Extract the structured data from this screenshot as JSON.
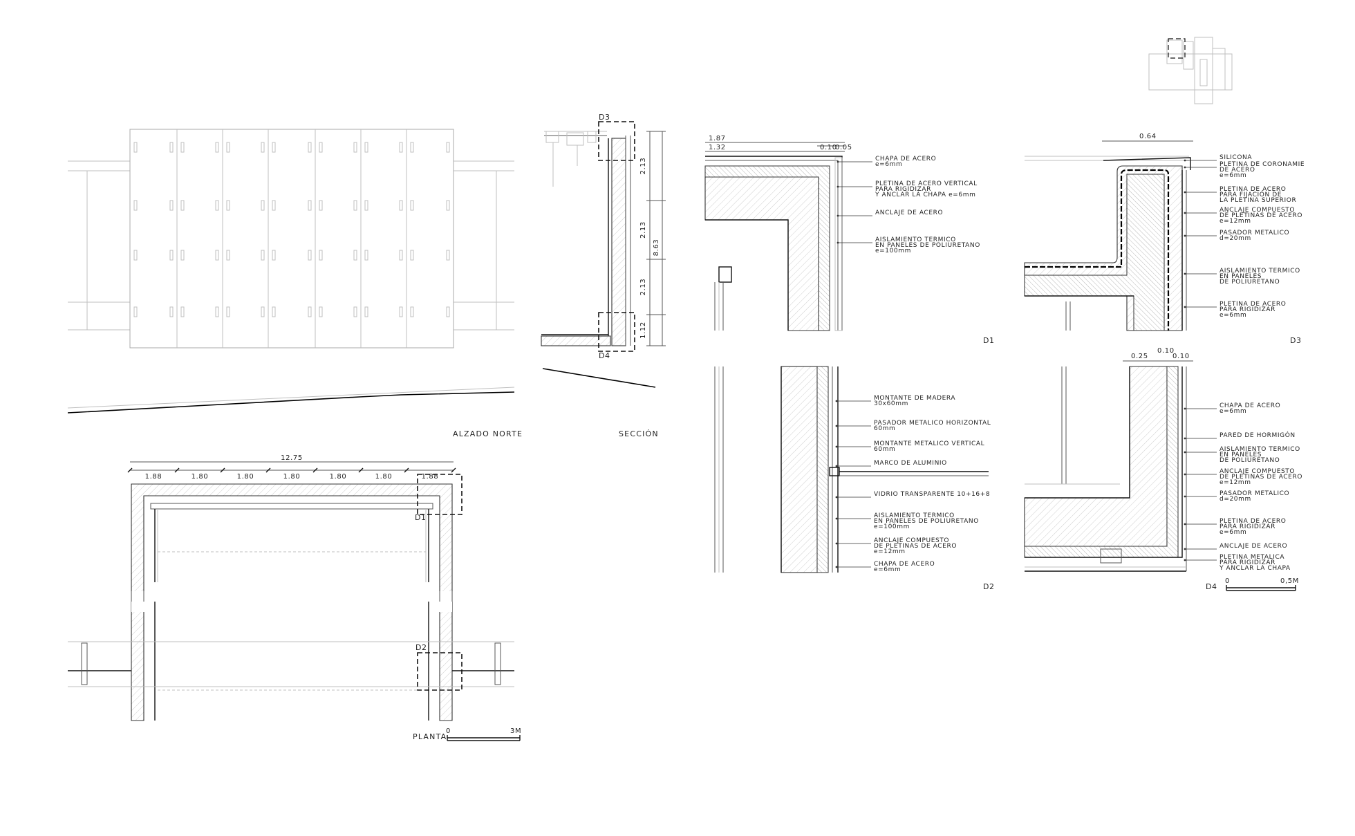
{
  "views": {
    "elevation_title": "ALZADO NORTE",
    "section_title": "SECCIÓN",
    "plan_title": "PLANTA"
  },
  "plan": {
    "total_dim": "12.75",
    "bay_dims": [
      "1.88",
      "1.80",
      "1.80",
      "1.80",
      "1.80",
      "1.80",
      "1.88"
    ],
    "scale_start": "0",
    "scale_end": "3M"
  },
  "section": {
    "dims": [
      "2.13",
      "2.13",
      "2.13",
      "1.12"
    ],
    "total_dim": "8.63"
  },
  "tags": {
    "d1": "D1",
    "d2": "D2",
    "d3": "D3",
    "d4": "D4"
  },
  "detail_d1": {
    "dims": [
      "1.87",
      "1.32",
      "0.10",
      "0.05"
    ],
    "labels": [
      [
        "CHAPA DE ACERO",
        "e=6mm"
      ],
      [
        "PLETINA DE ACERO VERTICAL",
        "PARA RIGIDIZAR",
        "Y ANCLAR LA CHAPA e=6mm"
      ],
      [
        "ANCLAJE DE ACERO"
      ],
      [
        "AISLAMIENTO TERMICO",
        "EN PANELES DE POLIURETANO",
        "e=100mm"
      ]
    ]
  },
  "detail_d2": {
    "labels": [
      [
        "MONTANTE DE MADERA",
        "30x60mm"
      ],
      [
        "PASADOR METALICO HORIZONTAL",
        "60mm"
      ],
      [
        "MONTANTE METALICO VERTICAL",
        "60mm"
      ],
      [
        "MARCO DE ALUMINIO"
      ],
      [
        "VIDRIO TRANSPARENTE 10+16+8"
      ],
      [
        "AISLAMIENTO TERMICO",
        "EN PANELES DE POLIURETANO",
        "e=100mm"
      ],
      [
        "ANCLAJE COMPUESTO",
        "DE PLETINAS DE ACERO",
        "e=12mm"
      ],
      [
        "CHAPA DE ACERO",
        "e=6mm"
      ]
    ]
  },
  "detail_d3": {
    "dims": [
      "0.64"
    ],
    "labels": [
      [
        "SILICONA"
      ],
      [
        "PLETINA DE CORONAMIE",
        "DE ACERO",
        "e=6mm"
      ],
      [
        "PLETINA DE ACERO",
        "PARA FIJACIÓN DE",
        "LA PLETINA SUPERIOR"
      ],
      [
        "ANCLAJE COMPUESTO",
        "DE PLETINAS DE ACERO",
        "e=12mm"
      ],
      [
        "PASADOR METALICO",
        "d=20mm"
      ],
      [
        "AISLAMIENTO TERMICO",
        "EN PANELES",
        "DE POLIURETANO"
      ],
      [
        "PLETINA DE ACERO",
        "PARA RIGIDIZAR",
        "e=6mm"
      ]
    ]
  },
  "detail_d4": {
    "dims": [
      "0.25",
      "0.10",
      "0.10"
    ],
    "labels": [
      [
        "CHAPA DE ACERO",
        "e=6mm"
      ],
      [
        "PARED DE HORMIGÓN"
      ],
      [
        "AISLAMIENTO TERMICO",
        "EN PANELES",
        "DE POLIURETANO"
      ],
      [
        "ANCLAJE COMPUESTO",
        "DE PLETINAS DE ACERO",
        "e=12mm"
      ],
      [
        "PASADOR METALICO",
        "d=20mm"
      ],
      [
        "PLETINA DE ACERO",
        "PARA RIGIDIZAR",
        "e=6mm"
      ],
      [
        "ANCLAJE DE ACERO"
      ],
      [
        "PLETINA METALICA",
        "PARA RIGIDIZAR",
        "Y ANCLAR LA CHAPA"
      ]
    ],
    "scale_start": "0",
    "scale_end": "0,5M"
  }
}
